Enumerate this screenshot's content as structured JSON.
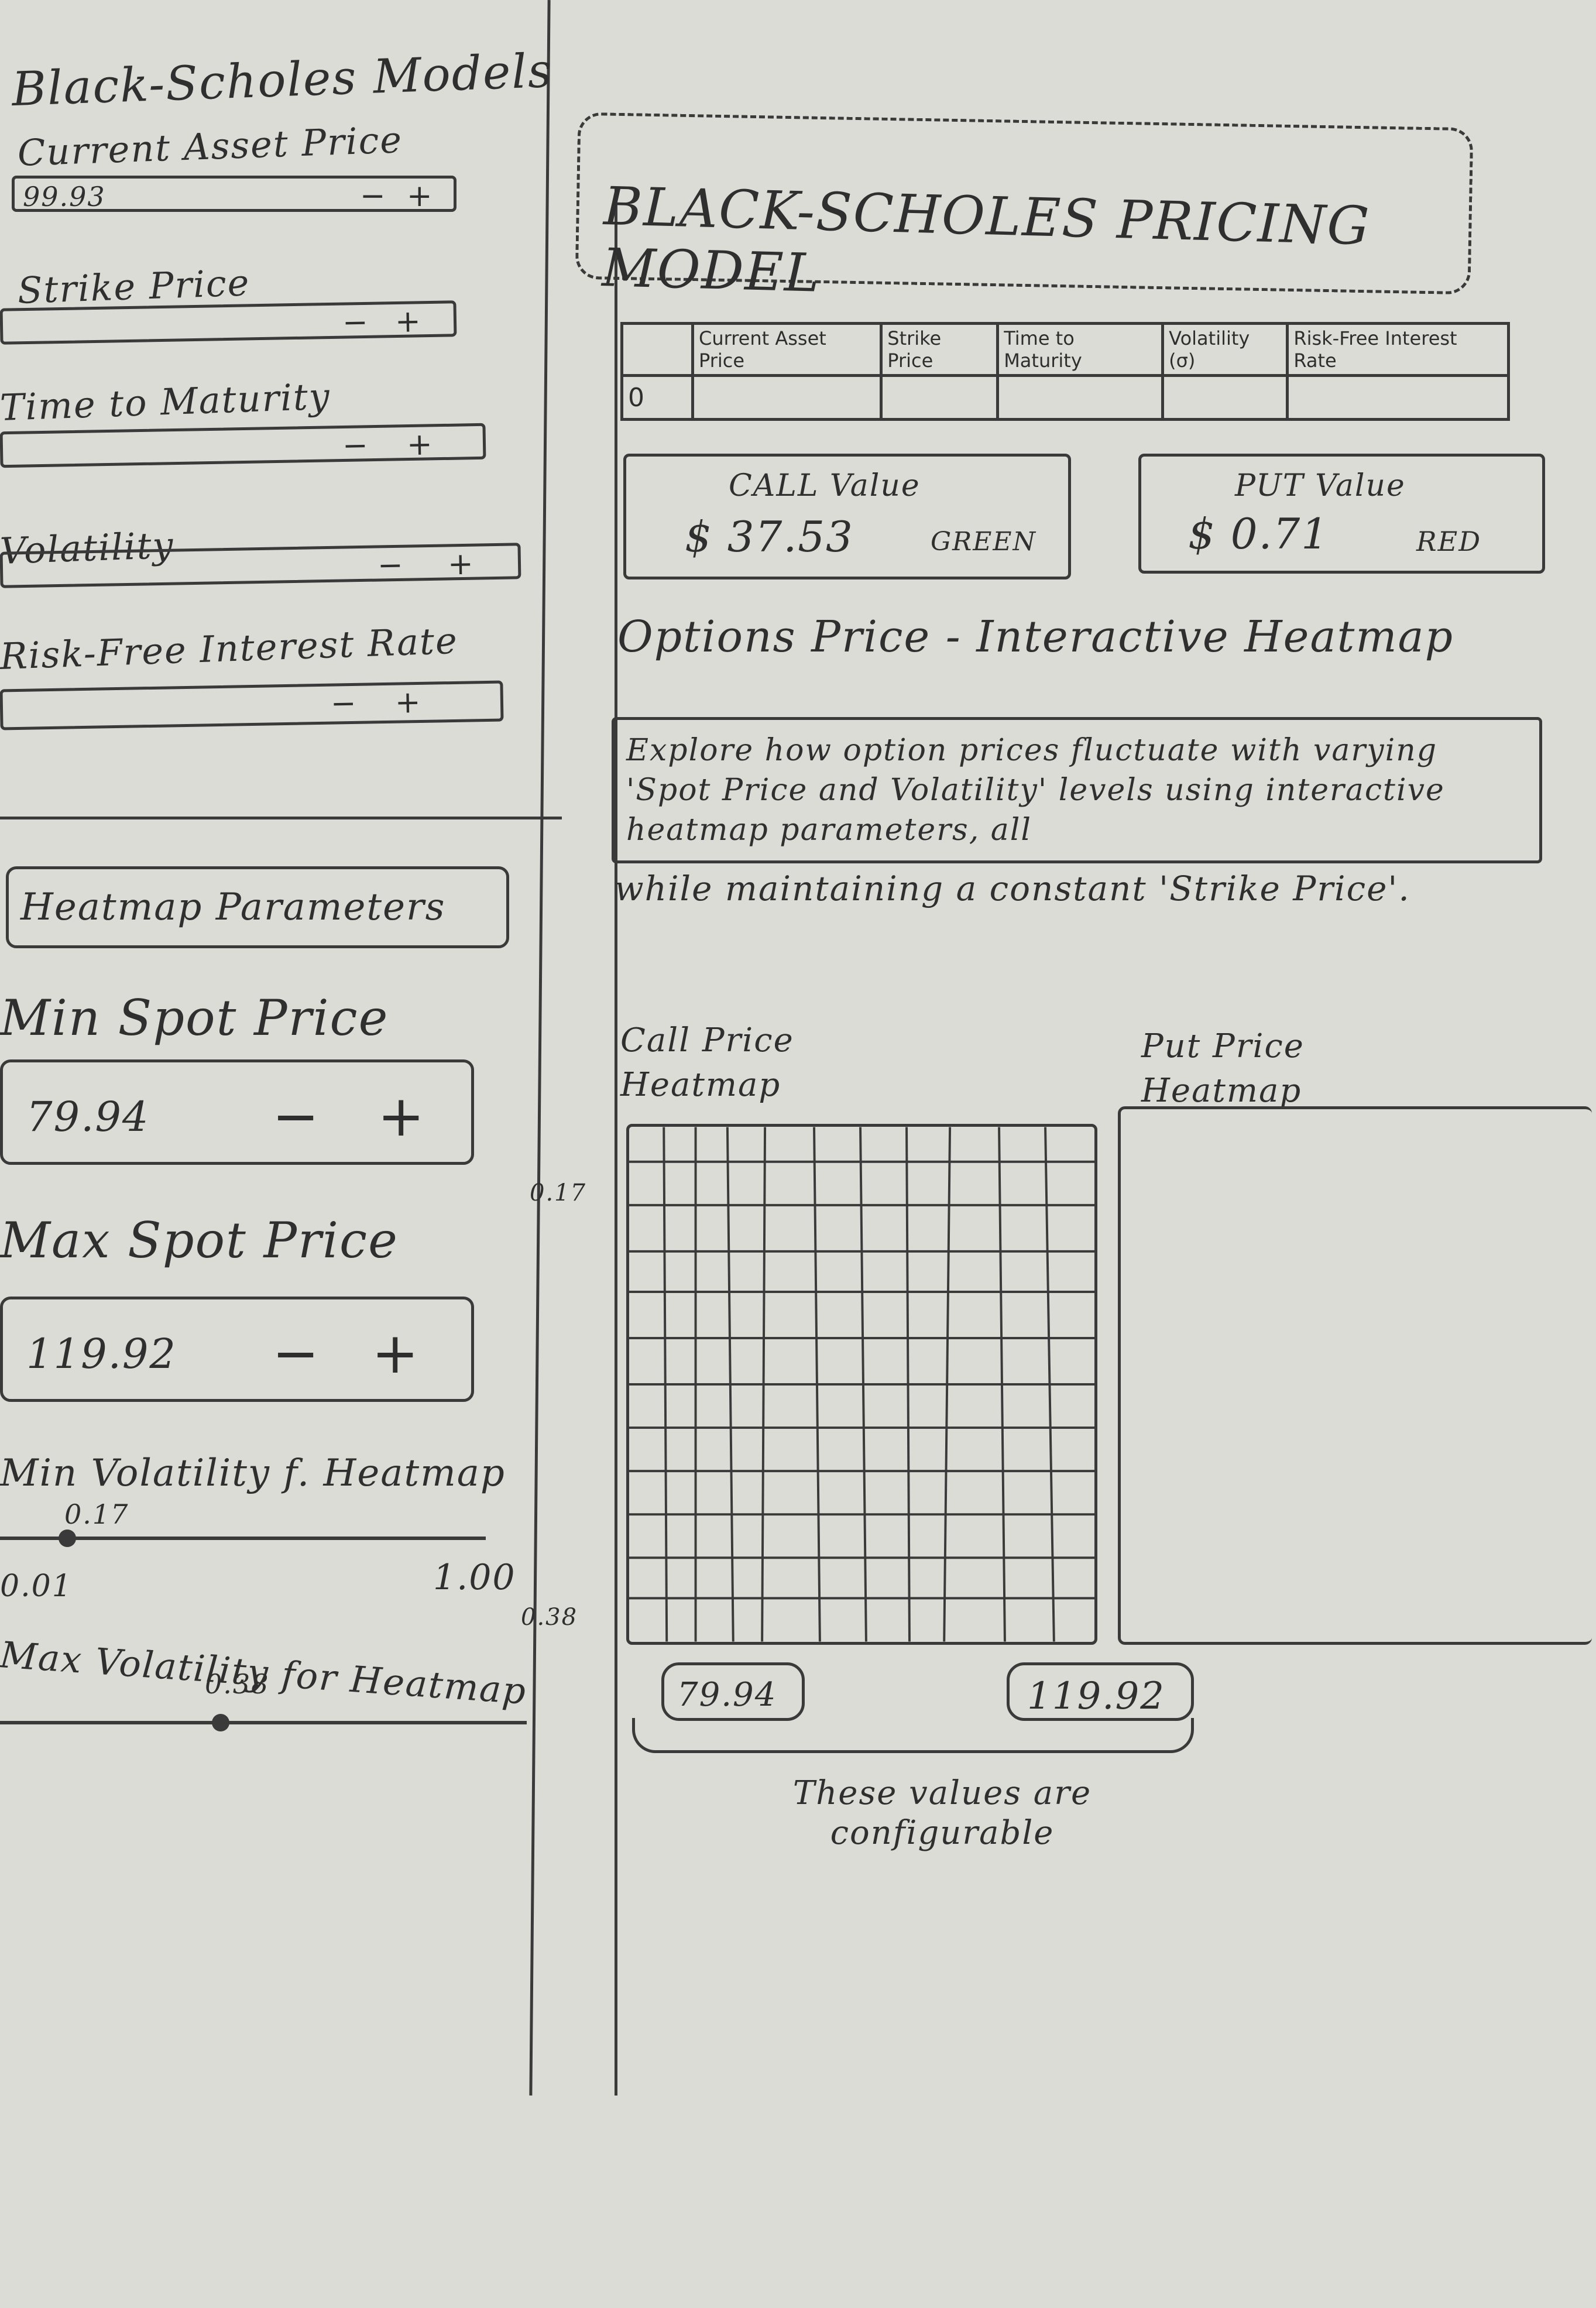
{
  "sidebar": {
    "title": "Black-Scholes Models",
    "inputs": [
      {
        "label": "Current Asset Price",
        "value": "99.93"
      },
      {
        "label": "Strike Price",
        "value": ""
      },
      {
        "label": "Time to Maturity",
        "value": ""
      },
      {
        "label": "Volatility",
        "value": ""
      },
      {
        "label": "Risk-Free Interest Rate",
        "value": ""
      }
    ],
    "heatmap_params_title": "Heatmap Parameters",
    "min_spot": {
      "label": "Min Spot Price",
      "value": "79.94"
    },
    "max_spot": {
      "label": "Max Spot Price",
      "value": "119.92"
    },
    "min_vol": {
      "label": "Min Volatility f. Heatmap",
      "value": "0.17",
      "range_min": "0.01",
      "range_max": "1.00",
      "level": 0.16
    },
    "max_vol": {
      "label": "Max Volatility for Heatmap",
      "value": "0.38",
      "level": 0.38
    },
    "minus": "−",
    "plus": "+"
  },
  "main": {
    "title": "BLACK-SCHOLES PRICING MODEL",
    "table": {
      "headers": [
        "",
        "Current Asset Price",
        "Strike Price",
        "Time to Maturity",
        "Volatility (σ)",
        "Risk-Free Interest Rate"
      ],
      "row": [
        "0",
        "",
        "",
        "",
        "",
        ""
      ]
    },
    "call": {
      "label": "CALL Value",
      "value": "$ 37.53",
      "color_note": "GREEN"
    },
    "put": {
      "label": "PUT Value",
      "value": "$ 0.71",
      "color_note": "RED"
    },
    "heatmap_section_title": "Options Price - Interactive Heatmap",
    "info_text": "Explore how option prices fluctuate with varying 'Spot Price and Volatility' levels using interactive heatmap parameters, all",
    "info_text_cont": "while maintaining a constant 'Strike Price'.",
    "call_heatmap_title": "Call Price Heatmap",
    "put_heatmap_title": "Put Price Heatmap",
    "y_top": "0.17",
    "y_bottom": "0.38",
    "x_left": "79.94",
    "x_right": "119.92",
    "annotation": "These values are configurable"
  },
  "colors": {
    "ink": "#3a3a3a",
    "paper": "#dcdcd7"
  }
}
